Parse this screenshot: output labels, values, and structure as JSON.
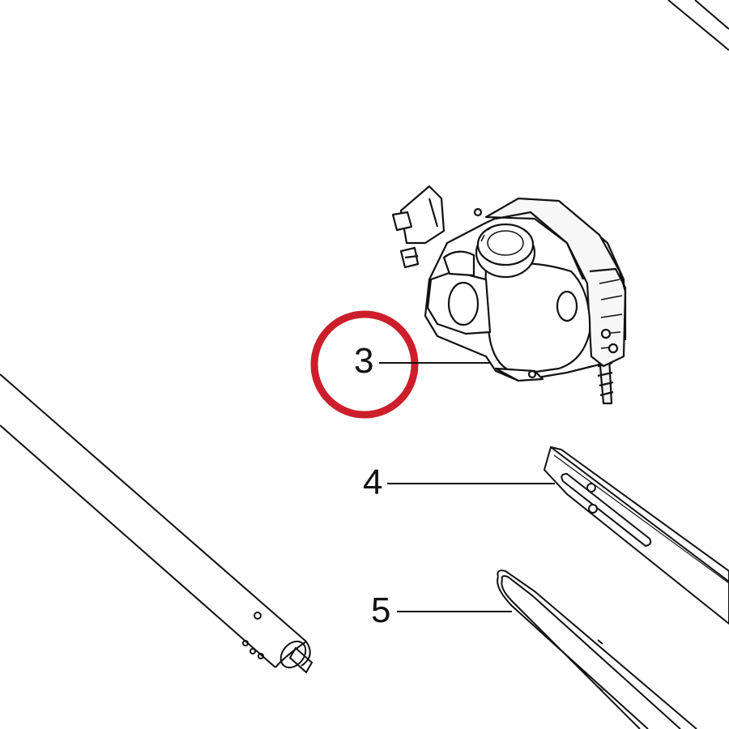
{
  "diagram": {
    "type": "exploded-parts-diagram",
    "line_color": "#111111",
    "highlight_color": "#cc1f2b",
    "callouts": [
      {
        "id": "3",
        "label": "3",
        "part": "chainsaw-head",
        "highlighted": true
      },
      {
        "id": "4",
        "label": "4",
        "part": "guide-bar",
        "highlighted": false
      },
      {
        "id": "5",
        "label": "5",
        "part": "saw-chain",
        "highlighted": false
      }
    ]
  }
}
